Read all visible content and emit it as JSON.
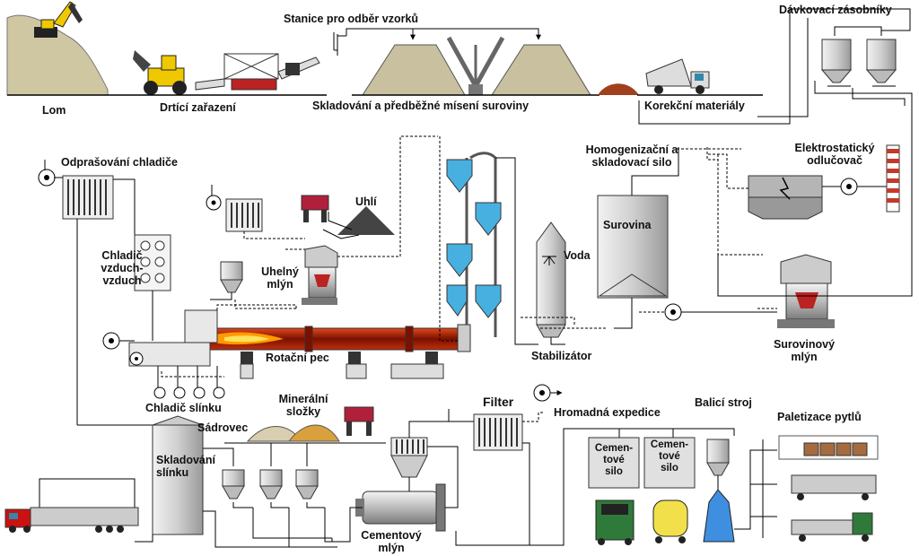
{
  "labels": {
    "lom": "Lom",
    "drtici": "Drtící zařazení",
    "stanice": "Stanice pro odběr vzorků",
    "skladovani": "Skladování a předběžné mísení suroviny",
    "korekcni": "Korekční materiály",
    "davkovaci": "Dávkovací zásobníky",
    "odprasovani": "Odprašování chladiče",
    "uhli": "Uhlí",
    "homog_1": "Homogenizační a",
    "homog_2": "skladovací silo",
    "elektro_1": "Elektrostatický",
    "elektro_2": "odlučovač",
    "chladic_vv_1": "Chladič",
    "chladic_vv_2": "vzduch-",
    "chladic_vv_3": "vzduch",
    "uhelny_1": "Uhelný",
    "uhelny_2": "mlýn",
    "voda": "Voda",
    "surovina": "Surovina",
    "rotacni": "Rotační pec",
    "stabilizator": "Stabilizátor",
    "surovinovy_1": "Surovinový",
    "surovinovy_2": "mlýn",
    "chladic_slinku": "Chladič slínku",
    "mineralni_1": "Minerální",
    "mineralni_2": "složky",
    "filter": "Filter",
    "hromadna": "Hromadná expedice",
    "balici": "Balicí stroj",
    "paletizace": "Paletizace pytlů",
    "sadrovec": "Sádrovec",
    "sklad_slinku_1": "Skladování",
    "sklad_slinku_2": "slínku",
    "cementove_1a": "Cemen-",
    "cementove_1b": "tové",
    "cementove_1c": "silo",
    "cementove_2a": "Cemen-",
    "cementove_2b": "tové",
    "cementove_2c": "silo",
    "cementovy_1": "Cementový",
    "cementovy_2": "mlýn"
  },
  "colors": {
    "line": "#000000",
    "dashed": "#333333",
    "steel": "#d9d9d9",
    "steel_dark": "#7a7a7a",
    "ground": "#cfc7a2",
    "pile": "#c9c0a0",
    "kiln_red": "#b21e00",
    "kiln_flame": "#ff9a00",
    "blue_cyclone": "#48b0e0",
    "red_material": "#a1401c",
    "coal": "#444444",
    "gypsum": "#d9cfb0",
    "mineral": "#d8a13e",
    "truck_red": "#cc1111",
    "truck_green": "#2f7a3a",
    "truck_yellow": "#f2e04a",
    "packer_blue": "#3f8fe0",
    "stack_red": "#c23a2a"
  }
}
